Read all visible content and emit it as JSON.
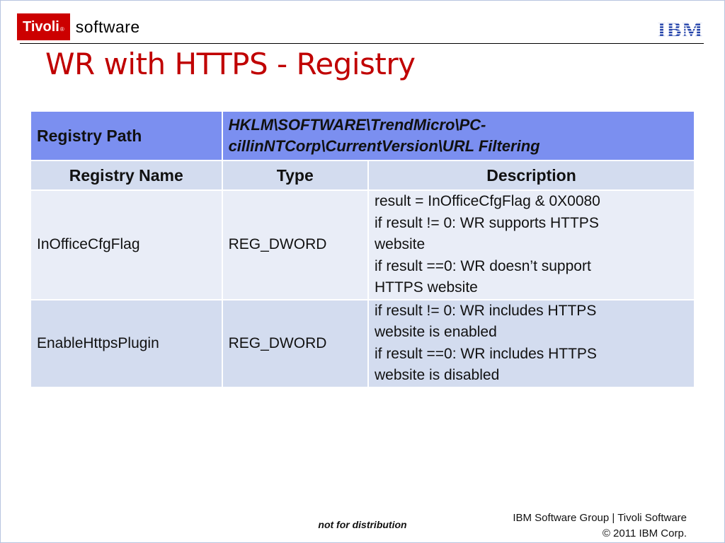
{
  "header": {
    "brand_box": "Tivoli",
    "brand_reg": "®",
    "brand_word": "software",
    "ibm_logo": "IBM"
  },
  "slide": {
    "title": "WR with HTTPS - Registry"
  },
  "table": {
    "path_label": "Registry Path",
    "path_value_lines": [
      "HKLM\\SOFTWARE\\TrendMicro\\PC-",
      "cillinNTCorp\\CurrentVersion\\URL Filtering"
    ],
    "columns": [
      "Registry Name",
      "Type",
      "Description"
    ],
    "rows": [
      {
        "name": "InOfficeCfgFlag",
        "type": "REG_DWORD",
        "description_lines": [
          "result = InOfficeCfgFlag & 0X0080",
          "if result != 0: WR supports HTTPS",
          "website",
          "if result ==0: WR doesn’t support",
          "HTTPS website"
        ]
      },
      {
        "name": "EnableHttpsPlugin",
        "type": "REG_DWORD",
        "description_lines": [
          "if result != 0: WR includes HTTPS",
          "website is enabled",
          "if result ==0: WR includes HTTPS",
          "website is disabled"
        ]
      }
    ]
  },
  "footer": {
    "center": "not for distribution",
    "right_line1": "IBM Software Group | Tivoli Software",
    "right_line2": "© 2011 IBM Corp."
  },
  "colors": {
    "title": "#c00000",
    "path_row_bg": "#7b8ff0",
    "header_row_bg": "#d3dcef",
    "row_a_bg": "#e9edf7",
    "row_b_bg": "#d3dcef",
    "brand_red": "#cc0000",
    "ibm_blue": "#1f3fa8"
  }
}
